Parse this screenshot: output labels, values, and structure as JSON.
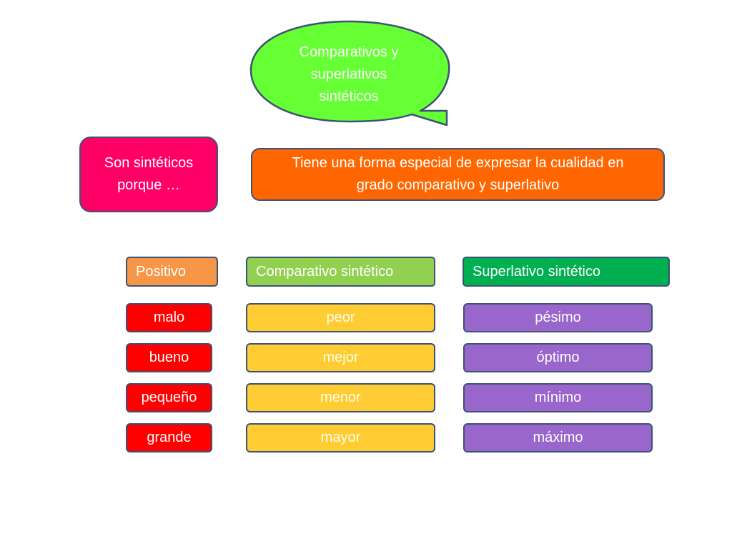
{
  "bubble": {
    "lines": [
      "Comparativos y",
      "superlativos",
      "sintéticos"
    ]
  },
  "reason_box": {
    "lines": [
      "Son sintéticos",
      "porque …"
    ]
  },
  "explanation_box": {
    "lines": [
      "Tiene una forma especial de expresar la cualidad en",
      "grado comparativo y superlativo"
    ]
  },
  "headers": {
    "positive": "Positivo",
    "comparative": "Comparativo sintético",
    "superlative": "Superlativo sintético"
  },
  "rows": [
    {
      "positive": "malo",
      "comparative": "peor",
      "superlative": "pésimo"
    },
    {
      "positive": "bueno",
      "comparative": "mejor",
      "superlative": "óptimo"
    },
    {
      "positive": "pequeño",
      "comparative": "menor",
      "superlative": "mínimo"
    },
    {
      "positive": "grande",
      "comparative": "mayor",
      "superlative": "máximo"
    }
  ],
  "colors": {
    "bubble": "#66ff33",
    "reason": "#ff0066",
    "explanation": "#ff6600",
    "positive_header": "#f79646",
    "comparative_header": "#92d050",
    "superlative_header": "#00b050",
    "positive_cell": "#ff0000",
    "comparative_cell": "#ffcc33",
    "superlative_cell": "#9966cc",
    "border": "#3b5375"
  }
}
